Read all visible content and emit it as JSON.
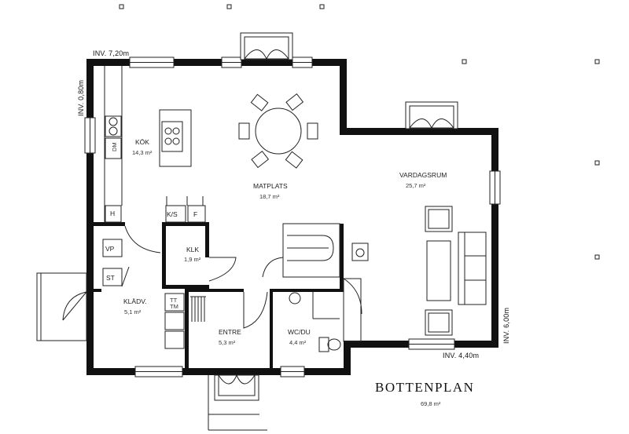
{
  "plan": {
    "title": "BOTTENPLAN",
    "total_area": "69,8 m²"
  },
  "dimensions": {
    "top_width": "INV. 7,20m",
    "left_depth": "INV. 0,80m",
    "right_height": "INV. 6,00m",
    "right_width": "INV. 4,40m"
  },
  "rooms": [
    {
      "key": "kok",
      "name": "KÖK",
      "area": "14,3 m²"
    },
    {
      "key": "matplats",
      "name": "MATPLATS",
      "area": "18,7 m²"
    },
    {
      "key": "vardagsrum",
      "name": "VARDAGSRUM",
      "area": "25,7 m²"
    },
    {
      "key": "klk",
      "name": "KLK",
      "area": "1,9 m²"
    },
    {
      "key": "klador",
      "name": "KLÄDV.",
      "area": "5,1 m²"
    },
    {
      "key": "entre",
      "name": "ENTRE",
      "area": "5,3 m²"
    },
    {
      "key": "wcdu",
      "name": "WC/DU",
      "area": "4,4 m²"
    }
  ],
  "fixtures": {
    "dm": "DM",
    "h": "H",
    "ks": "K/S",
    "f": "F",
    "vp": "VP",
    "st": "ST",
    "tt": "TT",
    "tm": "TM"
  }
}
